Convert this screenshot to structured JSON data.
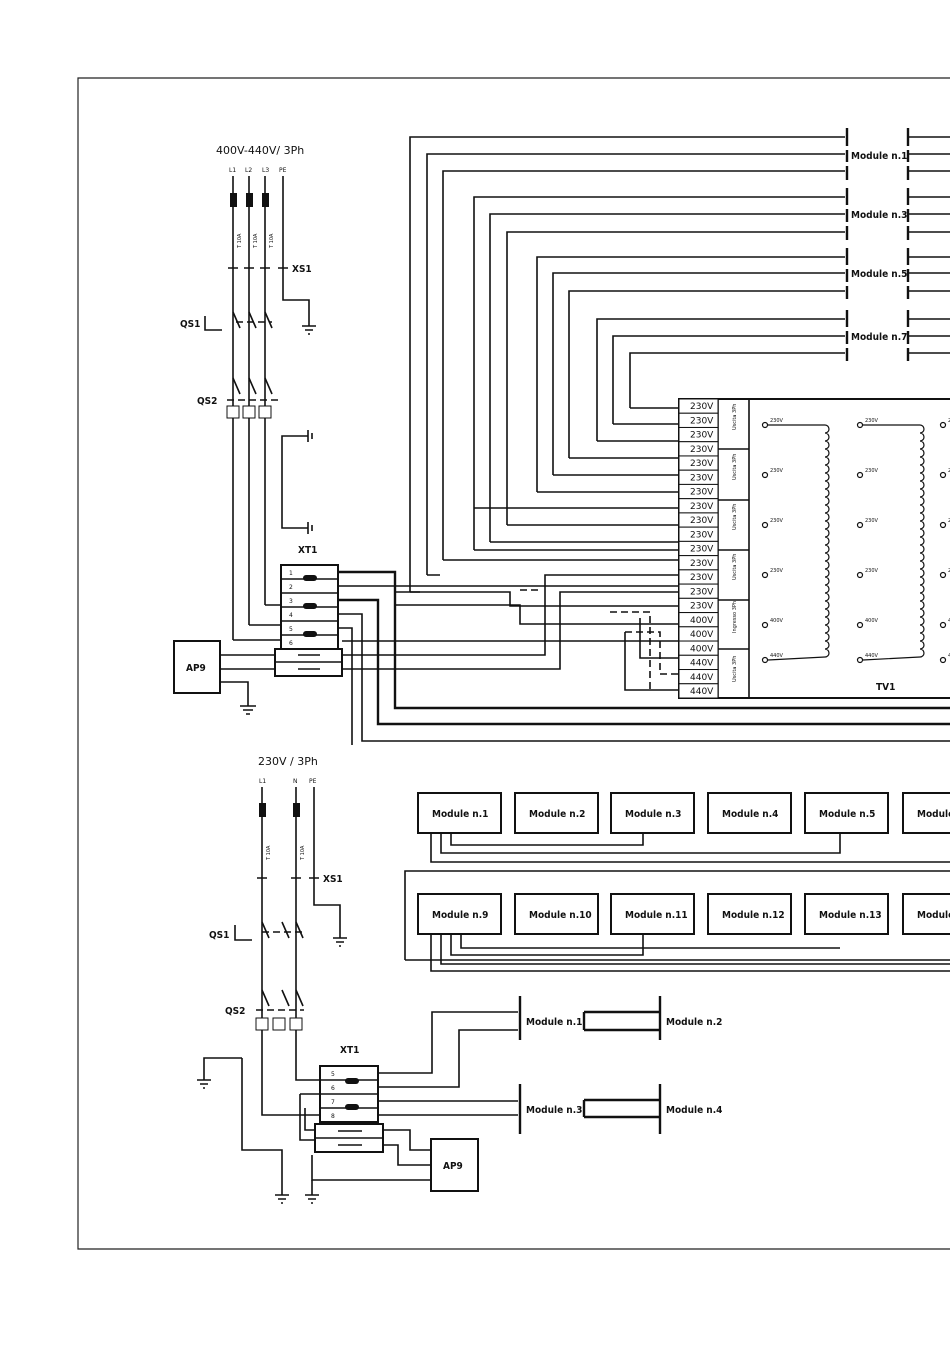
{
  "upper_panel": {
    "supply_label": "400V-440V/ 3Ph",
    "phases": [
      "L1",
      "L2",
      "L3",
      "PE"
    ],
    "fuse_rating": "T 10A",
    "connector": "XS1",
    "switch_1": "QS1",
    "switch_2": "QS2",
    "terminal_block": "XT1",
    "terminal_numbers": [
      "1",
      "2",
      "3",
      "4",
      "5",
      "6"
    ],
    "device": "AP9",
    "transformer": "TV1",
    "modules": [
      "Module n.1",
      "Module n.3",
      "Module n.5",
      "Module n.7"
    ],
    "tap_voltages": [
      "230V",
      "230V",
      "230V",
      "230V",
      "230V",
      "230V",
      "230V",
      "230V",
      "230V",
      "230V",
      "230V",
      "230V",
      "230V",
      "230V",
      "230V",
      "400V",
      "400V",
      "400V",
      "440V",
      "440V",
      "440V"
    ],
    "tap_groups": [
      "Uscita 3Ph",
      "Uscita 3Ph",
      "Uscita 3Ph",
      "Uscita 3Ph",
      "Ingresso 3Ph",
      "Uscita 3Ph"
    ],
    "winding_voltages": [
      "230V",
      "230V",
      "230V",
      "230V",
      "400V",
      "440V"
    ]
  },
  "lower_panel": {
    "supply_label": "230V / 3Ph",
    "phases": [
      "L1",
      "N",
      "PE"
    ],
    "fuse_rating": "T 10A",
    "connector": "XS1",
    "switch_1": "QS1",
    "switch_2": "QS2",
    "terminal_block": "XT1",
    "terminal_numbers": [
      "5",
      "6",
      "7",
      "8"
    ],
    "device": "AP9",
    "module_row_1": [
      "Module n.1",
      "Module n.2",
      "Module n.3",
      "Module n.4",
      "Module n.5",
      "Module"
    ],
    "module_row_2": [
      "Module n.9",
      "Module n.10",
      "Module n.11",
      "Module n.12",
      "Module n.13",
      "Module"
    ],
    "pair_1": [
      "Module n.1",
      "Module n.2"
    ],
    "pair_2": [
      "Module n.3",
      "Module n.4"
    ]
  }
}
